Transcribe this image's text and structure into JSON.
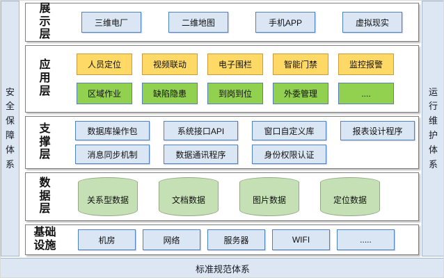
{
  "sidebars": {
    "left": "安全保障体系",
    "right": "运行维护体系",
    "bottom": "标准规范体系"
  },
  "layers": [
    {
      "id": "presentation",
      "label": "展示层",
      "rows": [
        {
          "style": "blue",
          "items": [
            "三维电厂",
            "二维地图",
            "手机APP",
            "虚拟现实"
          ]
        }
      ]
    },
    {
      "id": "application",
      "label": "应用层",
      "rows": [
        {
          "style": "yellow",
          "items": [
            "人员定位",
            "视频联动",
            "电子围栏",
            "智能门禁",
            "监控报警"
          ]
        },
        {
          "style": "green",
          "items": [
            "区域作业",
            "缺陷隐患",
            "到岗到位",
            "外委管理",
            "...."
          ]
        }
      ]
    },
    {
      "id": "support",
      "label": "支撑层",
      "rows": [
        {
          "style": "blue",
          "items": [
            "数据库操作包",
            "系统接口API",
            "窗口自定义库",
            "报表设计程序"
          ]
        },
        {
          "style": "blue",
          "items": [
            "消息同步机制",
            "数据通讯程序",
            "身份权限认证"
          ]
        }
      ]
    },
    {
      "id": "data",
      "label": "数据层",
      "rows": [
        {
          "style": "cylinder",
          "items": [
            "关系型数据",
            "文档数据",
            "图片数据",
            "定位数据"
          ]
        }
      ]
    },
    {
      "id": "infrastructure",
      "label": "基础设施",
      "rows": [
        {
          "style": "blue",
          "items": [
            "机房",
            "网络",
            "服务器",
            "WIFI",
            "....."
          ]
        }
      ]
    }
  ],
  "colors": {
    "bar_bg": "#DCE7F3",
    "bar_border": "#A3B8D0",
    "layer_border": "#7F7F7F",
    "blue_bg": "#DAE6F3",
    "blue_border": "#4F81BD",
    "yellow_bg": "#FFD966",
    "yellow_border": "#C79A42",
    "green_bg": "#92D050",
    "green_border": "#5580B5",
    "cyl_bg": "#C5E0B4",
    "cyl_border": "#94A884"
  }
}
